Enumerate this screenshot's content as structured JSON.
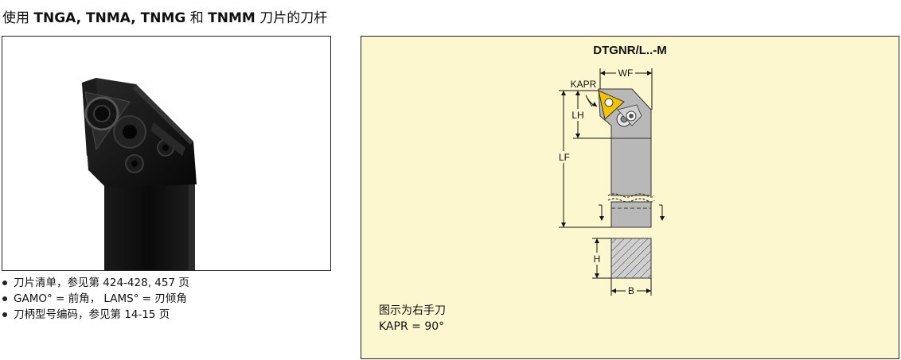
{
  "title": {
    "prefix": "使用 ",
    "grades": "TNGA, TNMA, TNMG",
    "joiner": " 和 ",
    "grade_last": "TNMM",
    "suffix": " 刀片的刀杆"
  },
  "notes": [
    "刀片清单，参见第 424-428, 457 页",
    "GAMO° = 前角， LAMS° = 刃倾角",
    "刀柄型号编码，参见第 14-15 页"
  ],
  "diagram": {
    "title": "DTGNR/L..-M",
    "labels": {
      "wf": "WF",
      "kapr": "KAPR",
      "lh": "LH",
      "lf": "LF",
      "h": "H",
      "b": "B"
    },
    "caption_line1": "图示为右手刀",
    "caption_line2": "KAPR = 90°"
  },
  "colors": {
    "panel_bg": "#fdf7cf",
    "insert_yellow": "#f5c400",
    "holder_gray": "#b8b8b8"
  }
}
